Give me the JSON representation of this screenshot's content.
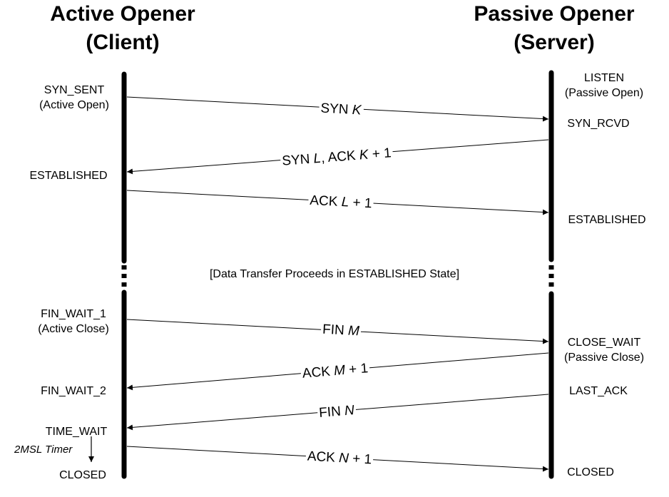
{
  "headers": {
    "client": {
      "line1": "Active Opener",
      "line2": "(Client)"
    },
    "server": {
      "line1": "Passive Opener",
      "line2": "(Server)"
    }
  },
  "client_states": {
    "syn_sent": {
      "name": "SYN_SENT",
      "note": "(Active Open)"
    },
    "established": {
      "name": "ESTABLISHED"
    },
    "fin_wait_1": {
      "name": "FIN_WAIT_1",
      "note": "(Active Close)"
    },
    "fin_wait_2": {
      "name": "FIN_WAIT_2"
    },
    "time_wait": {
      "name": "TIME_WAIT"
    },
    "closed": {
      "name": "CLOSED"
    }
  },
  "server_states": {
    "listen": {
      "name": "LISTEN",
      "note": "(Passive Open)"
    },
    "syn_rcvd": {
      "name": "SYN_RCVD"
    },
    "established": {
      "name": "ESTABLISHED"
    },
    "close_wait": {
      "name": "CLOSE_WAIT",
      "note": "(Passive Close)"
    },
    "last_ack": {
      "name": "LAST_ACK"
    },
    "closed": {
      "name": "CLOSED"
    }
  },
  "timer": "2MSL Timer",
  "data_transfer_note": "[Data Transfer Proceeds in ESTABLISHED State]",
  "messages": [
    {
      "direction": "client-to-server",
      "text": "SYN ",
      "italic": "K",
      "tail": ""
    },
    {
      "direction": "server-to-client",
      "text": "SYN ",
      "italic": "L",
      "tail": ", ACK ",
      "italic2": "K",
      "tail2": " + 1"
    },
    {
      "direction": "client-to-server",
      "text": "ACK ",
      "italic": "L",
      "tail": " + 1"
    },
    {
      "direction": "client-to-server",
      "text": "FIN ",
      "italic": "M",
      "tail": ""
    },
    {
      "direction": "server-to-client",
      "text": "ACK ",
      "italic": "M",
      "tail": " + 1"
    },
    {
      "direction": "server-to-client",
      "text": "FIN ",
      "italic": "N",
      "tail": ""
    },
    {
      "direction": "client-to-server",
      "text": "ACK ",
      "italic": "N",
      "tail": " + 1"
    }
  ]
}
